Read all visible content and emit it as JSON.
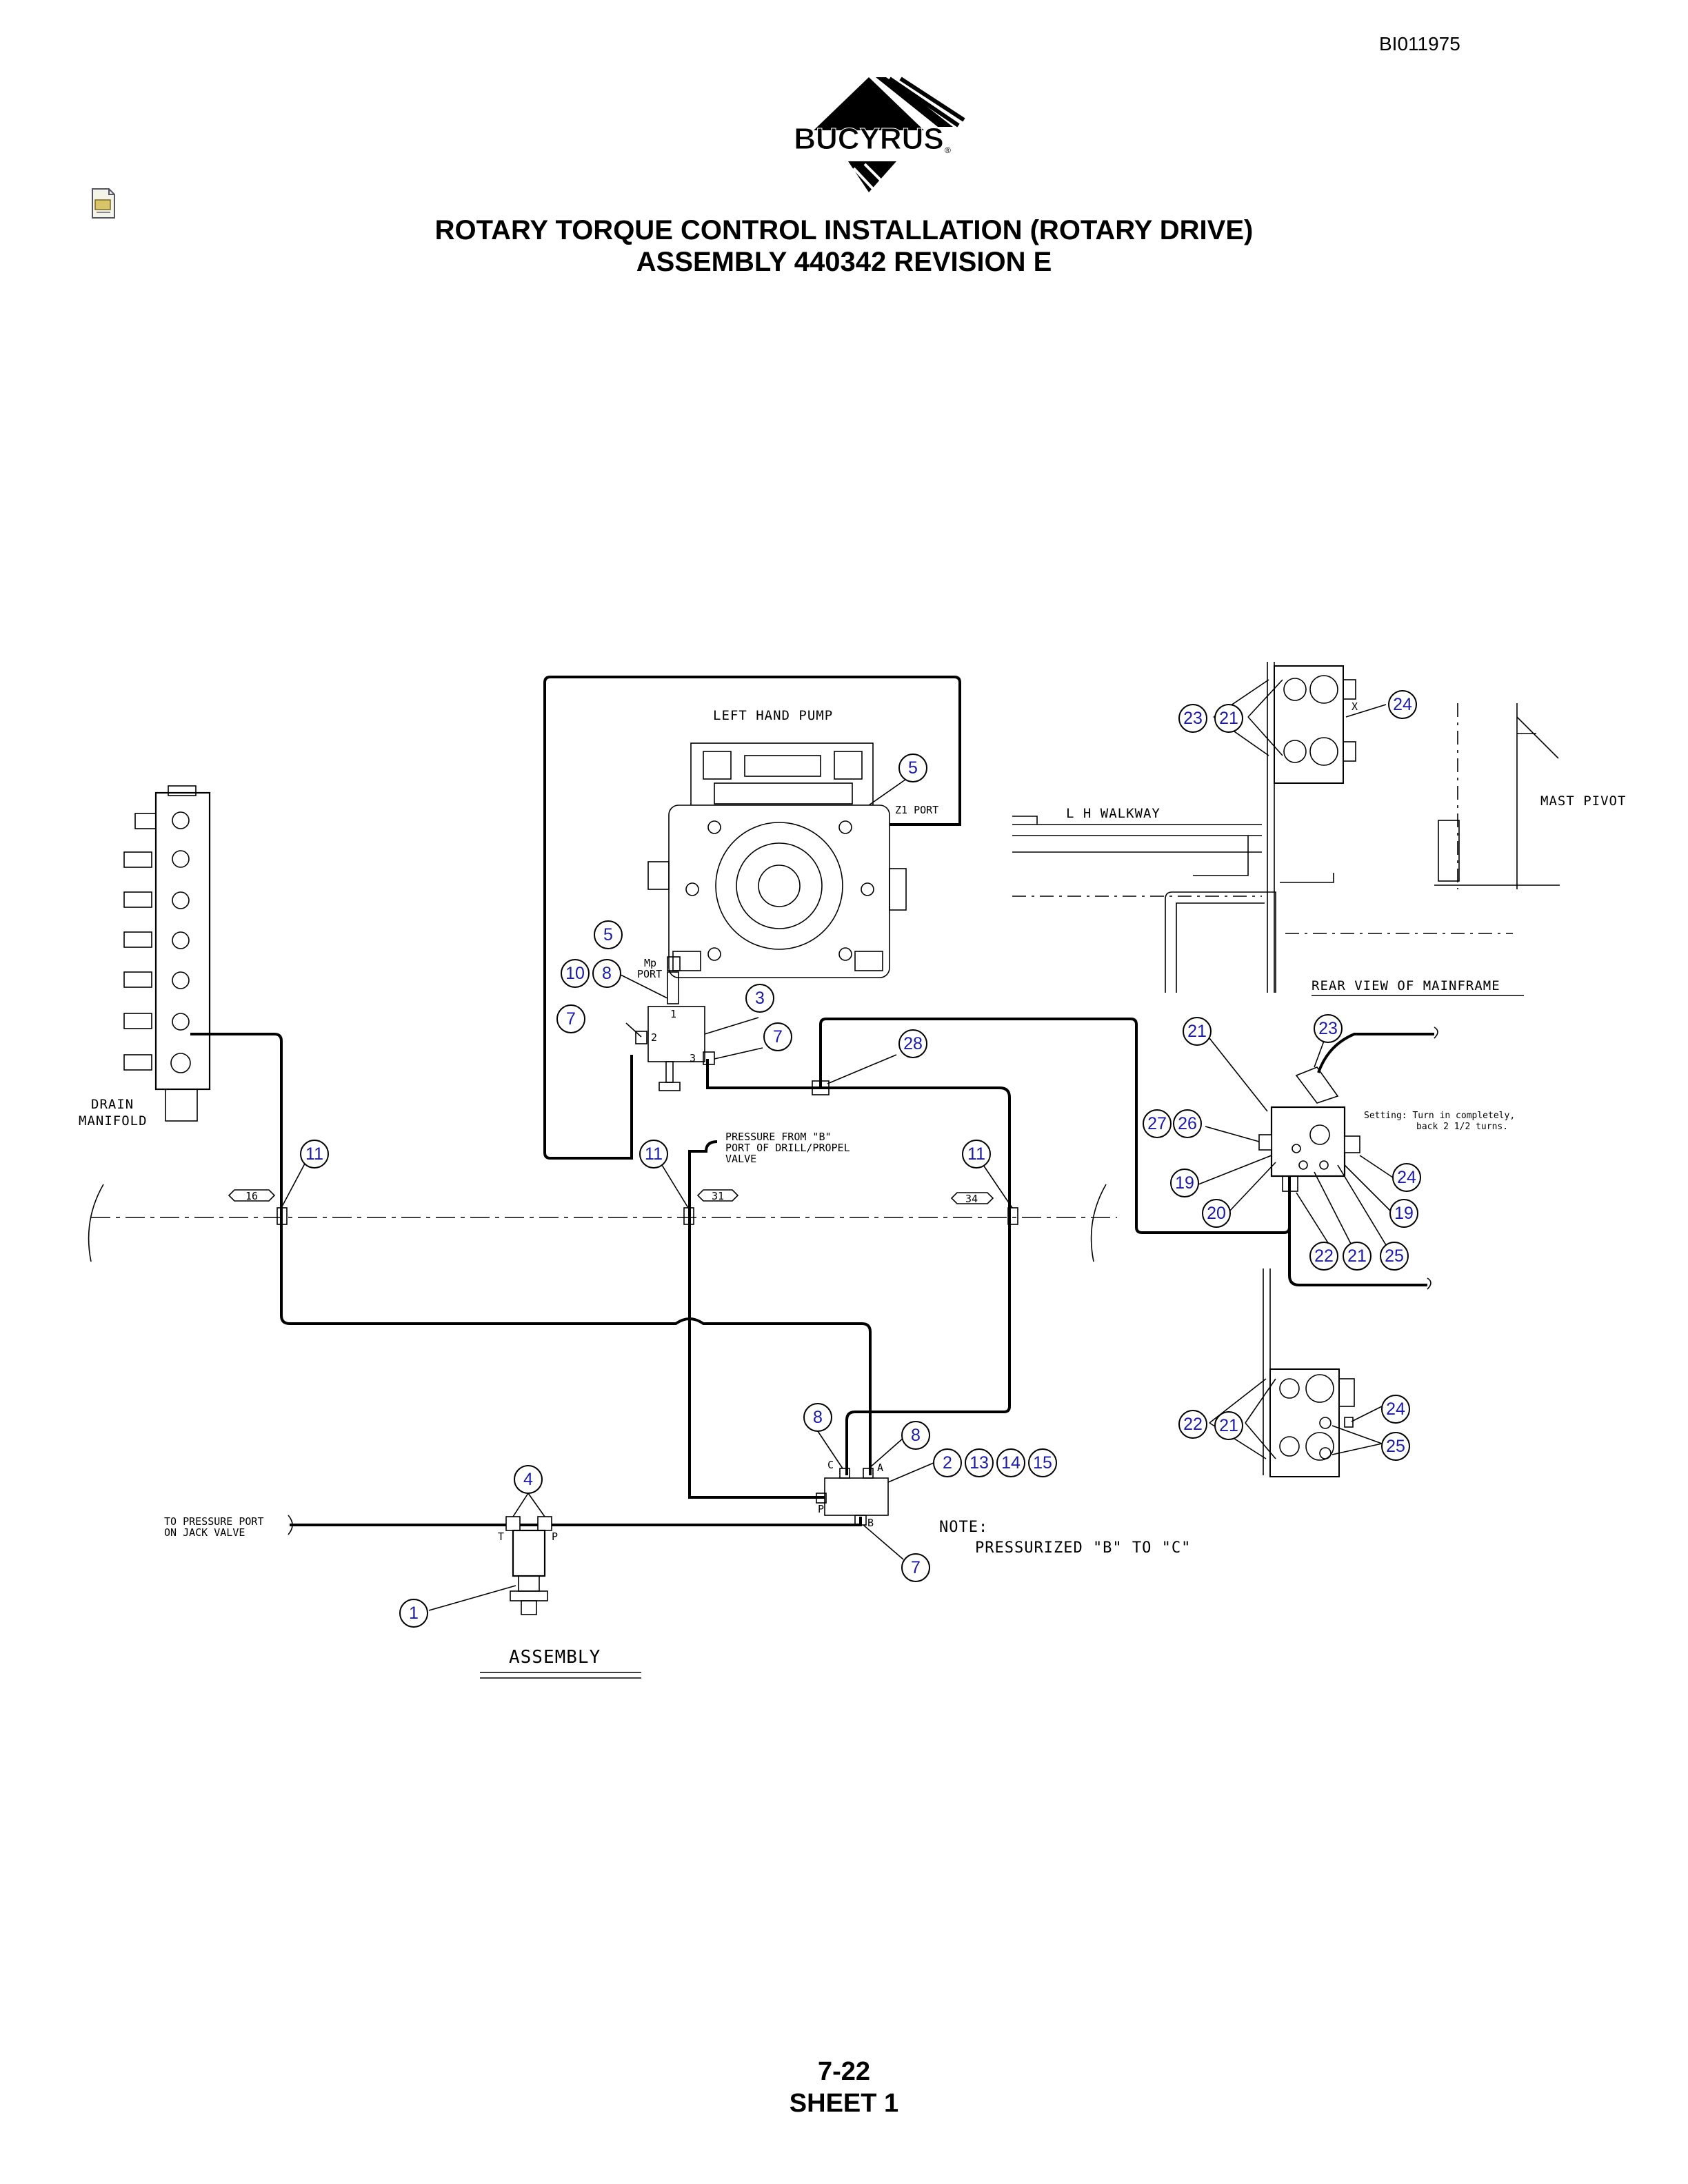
{
  "doc_id": "BI011975",
  "logo_text": "BUCYRUS",
  "title_line1": "ROTARY TORQUE CONTROL INSTALLATION (ROTARY DRIVE)",
  "title_line2": "ASSEMBLY 440342 REVISION E",
  "page_number": "7-22",
  "sheet": "SHEET 1",
  "labels": {
    "left_hand_pump": "LEFT HAND PUMP",
    "z1_port": "Z1 PORT",
    "mp": "Mp",
    "port": "PORT",
    "drain1": "DRAIN",
    "drain2": "MANIFOLD",
    "pressure1": "PRESSURE FROM \"B\"",
    "pressure2": "PORT OF DRILL/PROPEL",
    "pressure3": "VALVE",
    "lh_walkway": "L H WALKWAY",
    "mast_pivot": "MAST PIVOT",
    "rear_view": "REAR VIEW OF MAINFRAME",
    "setting1": "Setting:  Turn in completely,",
    "setting2": "back 2 1/2 turns.",
    "to_pressure1": "TO PRESSURE PORT",
    "to_pressure2": "ON JACK VALVE",
    "assembly": "ASSEMBLY",
    "note1": "NOTE:",
    "note2": "PRESSURIZED \"B\" TO \"C\"",
    "sec16": "16",
    "sec31": "31",
    "sec34": "34",
    "port_1": "1",
    "port_2": "2",
    "port_3": "3",
    "port_a": "A",
    "port_b": "B",
    "port_c": "C",
    "port_p": "P",
    "port_t": "T",
    "port_tp": "P",
    "port_x": "X"
  },
  "balloons": {
    "b5a": "5",
    "b5b": "5",
    "b10": "10",
    "b8a": "8",
    "b3": "3",
    "b7a": "7",
    "b7b": "7",
    "b28": "28",
    "b11a": "11",
    "b11b": "11",
    "b11c": "11",
    "b23a": "23",
    "b21a": "21",
    "b24a": "24",
    "b21b": "21",
    "b23b": "23",
    "b27": "27",
    "b26": "26",
    "b19a": "19",
    "b20": "20",
    "b24b": "24",
    "b19b": "19",
    "b22a": "22",
    "b21c": "21",
    "b25a": "25",
    "b22b": "22",
    "b21d": "21",
    "b24c": "24",
    "b25b": "25",
    "b8b": "8",
    "b8c": "8",
    "b2": "2",
    "b13": "13",
    "b14": "14",
    "b15": "15",
    "b4": "4",
    "b1": "1",
    "b7c": "7"
  }
}
